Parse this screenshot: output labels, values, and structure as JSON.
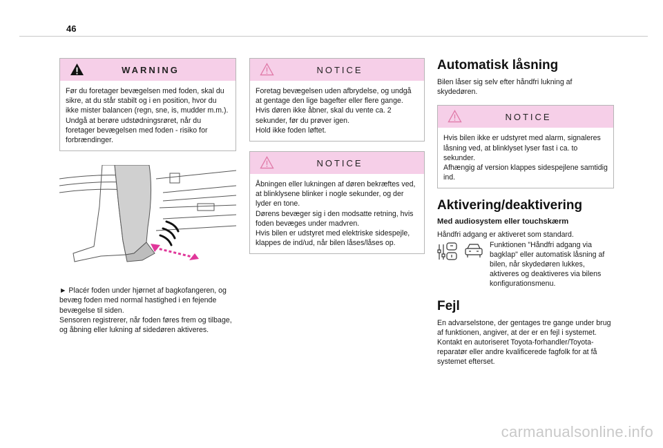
{
  "page": {
    "number": "46"
  },
  "warning": {
    "title": "WARNING",
    "lines": [
      "Før du foretager bevægelsen med foden, skal du sikre, at du står stabilt og i en position, hvor du ikke mister balancen (regn, sne, is, mudder m.m.).",
      "Undgå at berøre udstødningsrøret, når du foretager bevægelsen med foden - risiko for forbrændinger."
    ]
  },
  "instruction": {
    "lines": [
      "► Placér foden under hjørnet af bagkofangeren, og bevæg foden med normal hastighed i en fejende bevægelse til siden.",
      "Sensoren registrerer, når foden føres frem og tilbage, og åbning eller lukning af sidedøren aktiveres."
    ]
  },
  "notice1": {
    "title": "NOTICE",
    "lines": [
      "Foretag bevægelsen uden afbrydelse, og undgå at gentage den lige bagefter eller flere gange.",
      "Hvis døren ikke åbner, skal du vente ca. 2 sekunder, før du prøver igen.",
      "Hold ikke foden løftet."
    ]
  },
  "notice2": {
    "title": "NOTICE",
    "lines": [
      "Åbningen eller lukningen af døren bekræftes ved, at blinklysene blinker i nogle sekunder, og der lyder en tone.",
      "Dørens bevæger sig i den modsatte retning, hvis foden bevæges under madvren.",
      "Hvis bilen er udstyret med elektriske sidespejle, klappes de ind/ud, når bilen låses/låses op."
    ]
  },
  "auto_lock": {
    "heading": "Automatisk låsning",
    "text": "Bilen låser sig selv efter håndfri lukning af skydedøren."
  },
  "notice3": {
    "title": "NOTICE",
    "lines": [
      "Hvis bilen ikke er udstyret med alarm, signaleres låsning ved, at blinklyset lyser fast i ca. to sekunder.",
      "Afhængig af version klappes sidespejlene samtidig ind."
    ]
  },
  "activation": {
    "heading": "Aktivering/deaktivering",
    "subheading": "Med audiosystem eller touchskærm",
    "intro": "Håndfri adgang er aktiveret som standard.",
    "text": "Funktionen \"Håndfri adgang via bagklap\" eller automatisk låsning af bilen, når skydedøren lukkes, aktiveres og deaktiveres via bilens konfigurationsmenu."
  },
  "fault": {
    "heading": "Fejl",
    "lines": [
      "En advarselstone, der gentages tre gange under brug af funktionen, angiver, at der er en fejl i systemet.",
      "Kontakt en autoriseret Toyota-forhandler/Toyota-reparatør eller andre kvalificerede fagfolk for at få systemet efterset."
    ]
  },
  "watermark": "carmanualsonline.info",
  "colors": {
    "box_header": "#f6cfe8",
    "warning_triangle": "#111111",
    "notice_triangle": "#e07aa8",
    "arrow": "#e0379a"
  },
  "icons": [
    "warning-triangle-icon",
    "notice-triangle-icon",
    "settings-menu-icon",
    "car-front-icon"
  ]
}
